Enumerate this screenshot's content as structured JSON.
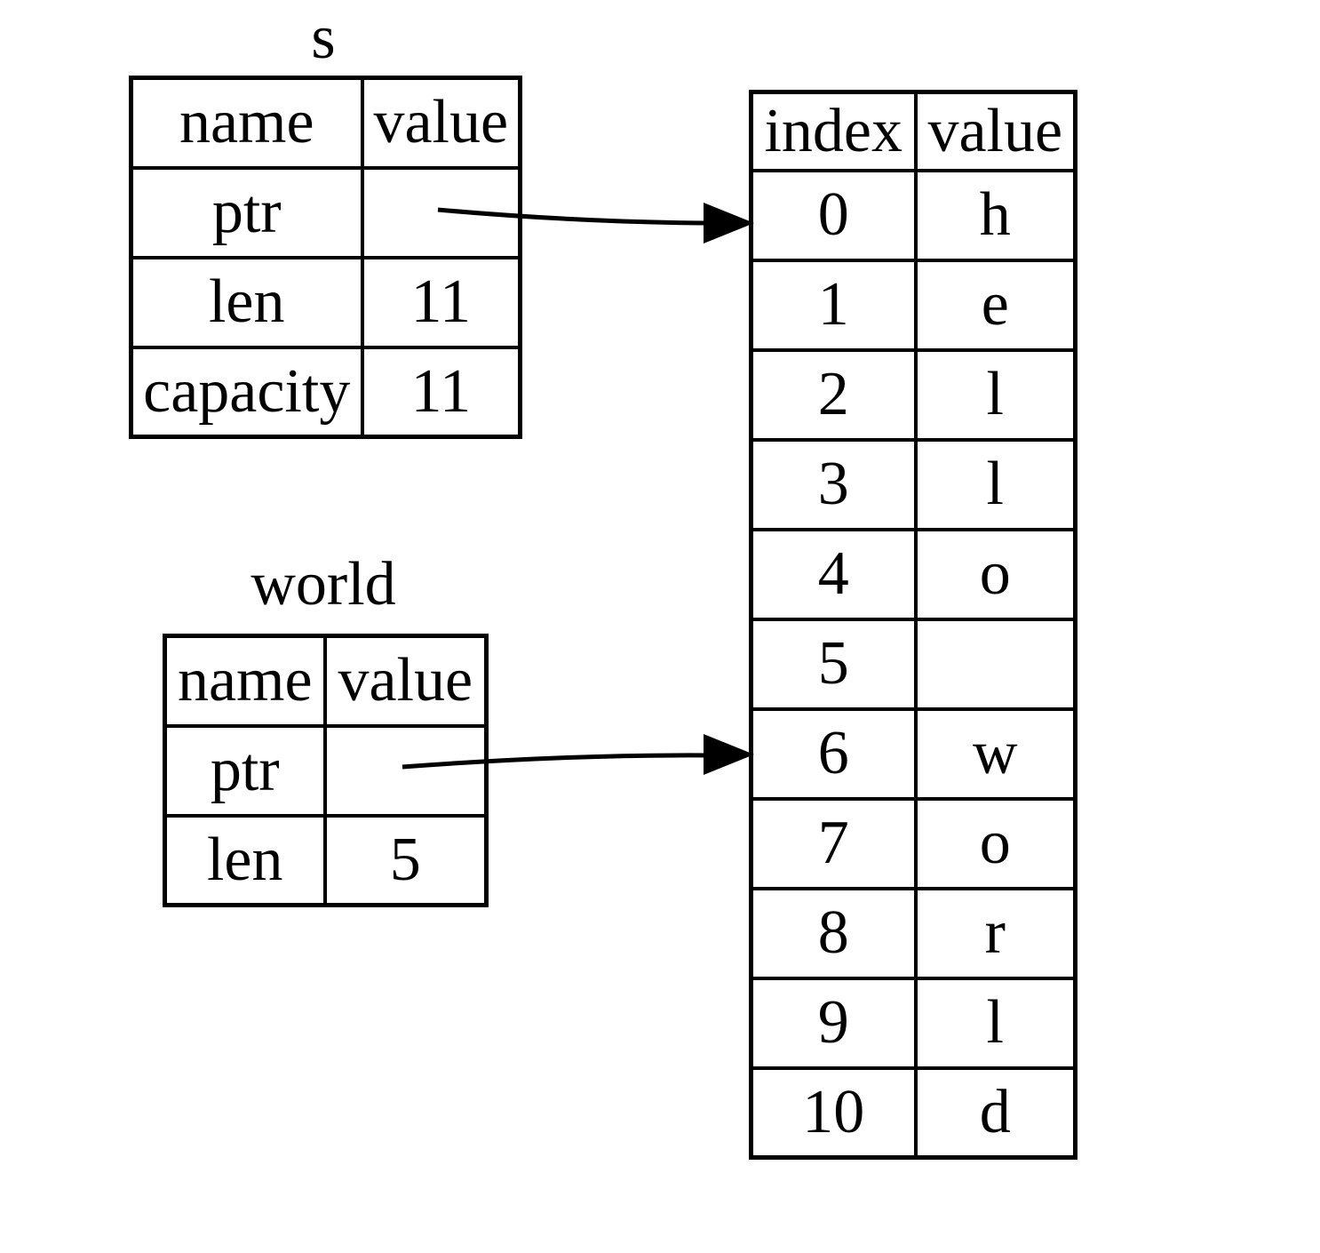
{
  "figure": {
    "background_color": "#ffffff",
    "line_color": "#000000",
    "description": "Memory diagram of a String s, a string slice world, and the heap buffer holding the characters of hello world"
  },
  "s_table": {
    "title": "s",
    "headers": [
      "name",
      "value"
    ],
    "rows": [
      {
        "name": "ptr",
        "value": ""
      },
      {
        "name": "len",
        "value": "11"
      },
      {
        "name": "capacity",
        "value": "11"
      }
    ]
  },
  "world_table": {
    "title": "world",
    "headers": [
      "name",
      "value"
    ],
    "rows": [
      {
        "name": "ptr",
        "value": ""
      },
      {
        "name": "len",
        "value": "5"
      }
    ]
  },
  "memory_table": {
    "headers": [
      "index",
      "value"
    ],
    "rows": [
      {
        "index": "0",
        "value": "h"
      },
      {
        "index": "1",
        "value": "e"
      },
      {
        "index": "2",
        "value": "l"
      },
      {
        "index": "3",
        "value": "l"
      },
      {
        "index": "4",
        "value": "o"
      },
      {
        "index": "5",
        "value": ""
      },
      {
        "index": "6",
        "value": "w"
      },
      {
        "index": "7",
        "value": "o"
      },
      {
        "index": "8",
        "value": "r"
      },
      {
        "index": "9",
        "value": "l"
      },
      {
        "index": "10",
        "value": "d"
      }
    ]
  },
  "arrows": [
    {
      "from": "s.ptr value cell",
      "to": "memory row index 0"
    },
    {
      "from": "world.ptr value cell",
      "to": "memory row index 6"
    }
  ]
}
